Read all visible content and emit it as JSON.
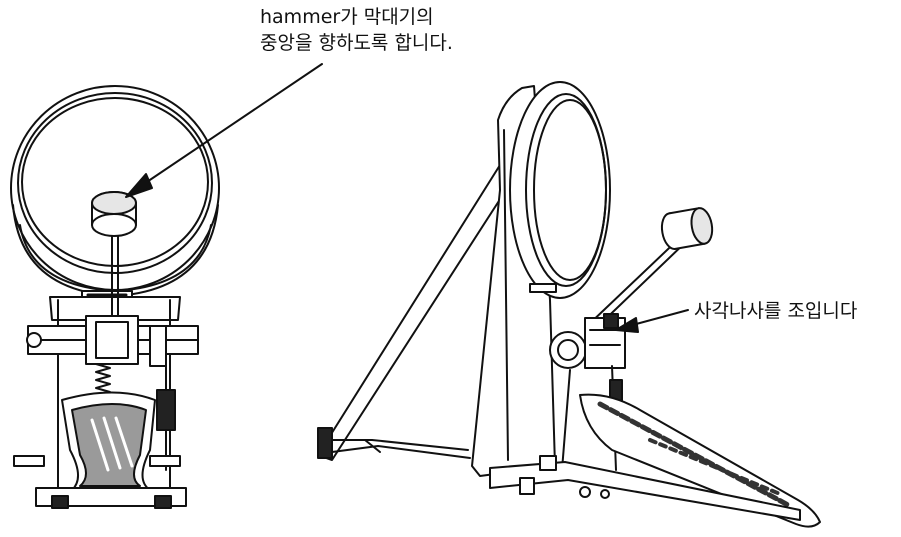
{
  "annotations": {
    "hammer_line1": "hammer가 막대기의",
    "hammer_line2": "중앙을 향하도록 합니다.",
    "screw": "사각나사를 조입니다"
  },
  "colors": {
    "stroke": "#111111",
    "fill_light": "#ffffff",
    "fill_dark": "#222222",
    "fill_mid": "#9a9a9a"
  }
}
